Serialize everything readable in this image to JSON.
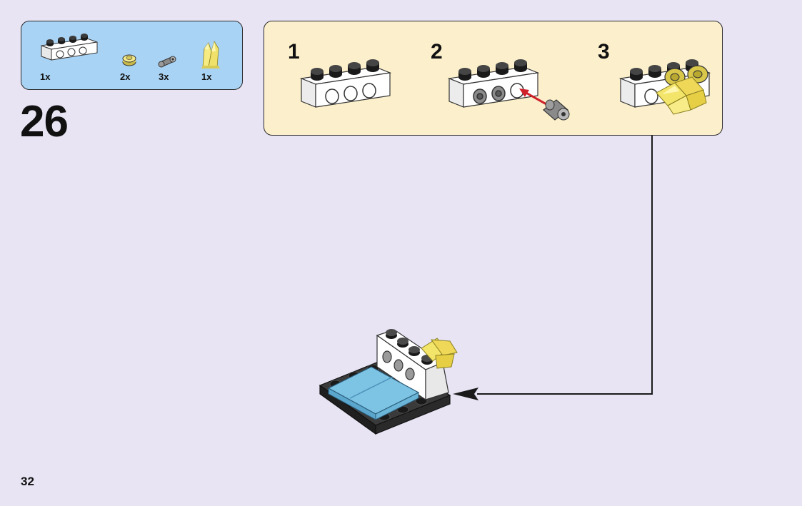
{
  "parts_list": {
    "items": [
      {
        "name": "white-technic-brick-1x4-icon",
        "qty": "1x"
      },
      {
        "name": "yellow-round-plate-icon",
        "qty": "2x"
      },
      {
        "name": "grey-pin-icon",
        "qty": "3x"
      },
      {
        "name": "yellow-crystal-icon",
        "qty": "1x"
      }
    ]
  },
  "step": {
    "number": "26"
  },
  "substeps": [
    {
      "label": "1"
    },
    {
      "label": "2"
    },
    {
      "label": "3"
    }
  ],
  "page": {
    "number": "32"
  },
  "colors": {
    "background": "#e8e4f4",
    "parts_box": "#a9d3f4",
    "substep_box": "#fcf0cc",
    "arrow_red": "#d0202a",
    "brick_white": "#ffffff",
    "stud_black": "#1a1a1a",
    "crystal_yellow": "#f3e46a",
    "tile_blue": "#7cc3e4",
    "plate_dark": "#2b2b2b"
  }
}
